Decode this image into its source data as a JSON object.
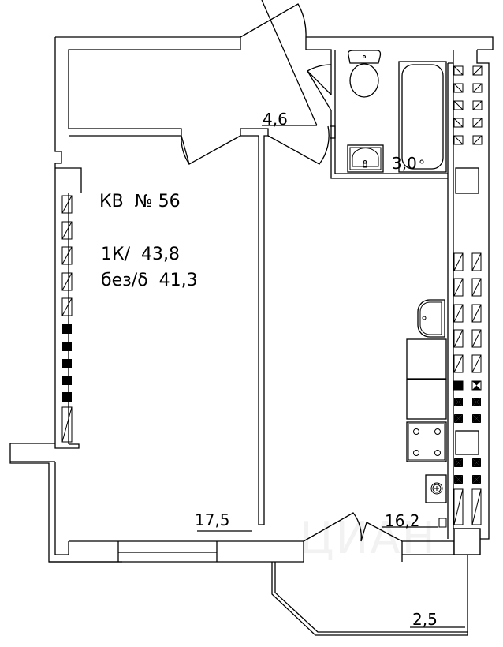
{
  "apartment": {
    "title": "КВ  № 56",
    "type_area": "1К/  43,8",
    "area_without_balcony": "без/δ  41,3"
  },
  "rooms": [
    {
      "name": "hallway",
      "area": "4,6"
    },
    {
      "name": "bathroom",
      "area": "3,0"
    },
    {
      "name": "living-room",
      "area": "17,5"
    },
    {
      "name": "kitchen",
      "area": "16,2"
    },
    {
      "name": "balcony",
      "area": "2,5"
    }
  ],
  "watermark": "ЦИАН",
  "colors": {
    "line": "#000000",
    "background": "#ffffff"
  }
}
